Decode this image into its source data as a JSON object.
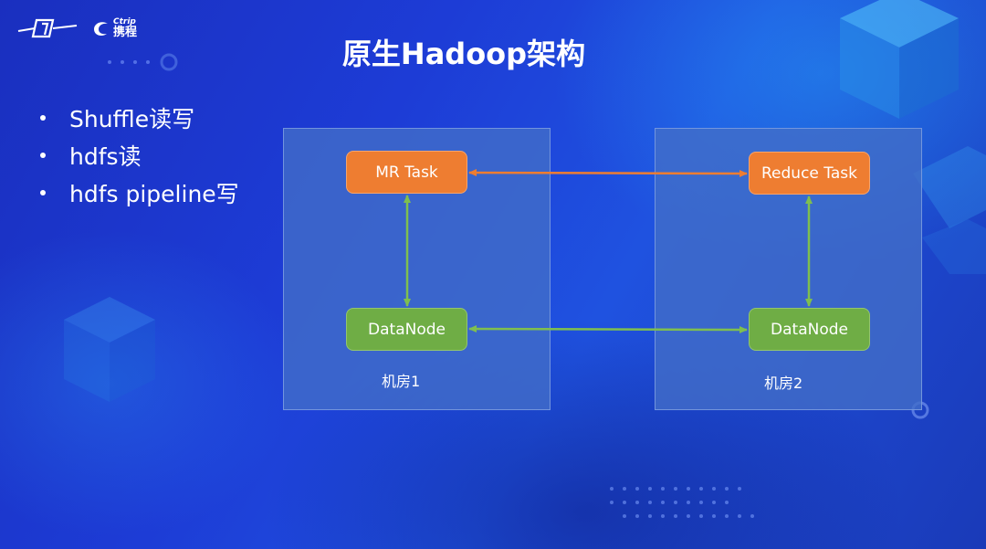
{
  "title": "原生Hadoop架构",
  "logo": {
    "ctrip_en": "Ctrip",
    "ctrip_cn": "携程"
  },
  "bullets": [
    "Shuffle读写",
    "hdfs读",
    "hdfs pipeline写"
  ],
  "rooms": [
    {
      "label": "机房1",
      "task": "MR Task",
      "datanode": "DataNode"
    },
    {
      "label": "机房2",
      "task": "Reduce Task",
      "datanode": "DataNode"
    }
  ],
  "colors": {
    "task": "#ee7d31",
    "datanode": "#6fad45",
    "room": "#426ec8",
    "task_arrow": "#ee7d31",
    "datanode_arrow": "#6fad45"
  }
}
